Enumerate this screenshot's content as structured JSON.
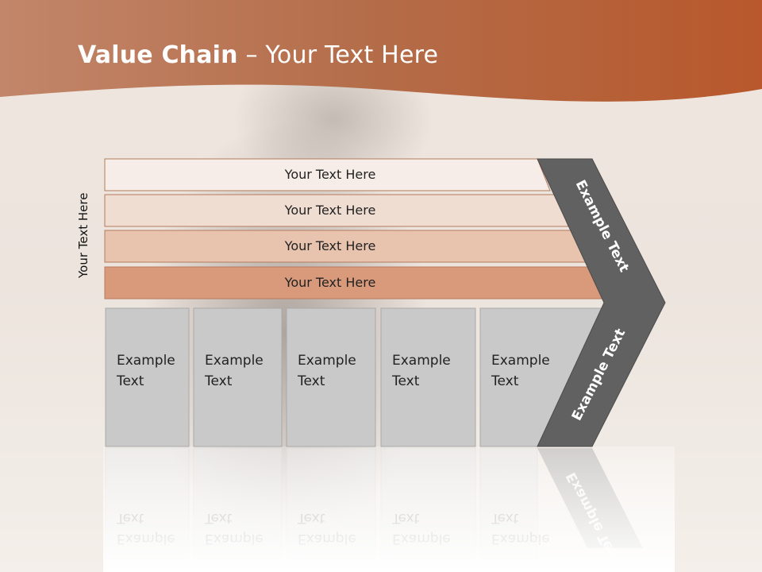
{
  "title": {
    "bold": "Value Chain",
    "rest": " – Your Text Here"
  },
  "side_label": "Your Text Here",
  "support_rows": [
    {
      "label": "Your Text Here",
      "fill": "#f7ede8"
    },
    {
      "label": "Your Text Here",
      "fill": "#f0ddd2"
    },
    {
      "label": "Your Text Here",
      "fill": "#e8c4af"
    },
    {
      "label": "Your Text Here",
      "fill": "#d99a7c"
    }
  ],
  "primary_boxes": [
    {
      "line1": "Example",
      "line2": "Text"
    },
    {
      "line1": "Example",
      "line2": "Text"
    },
    {
      "line1": "Example",
      "line2": "Text"
    },
    {
      "line1": "Example",
      "line2": "Text"
    },
    {
      "line1": "Example",
      "line2": "Text"
    }
  ],
  "chevron": {
    "upper_label": "Example Text",
    "lower_label": "Example Text"
  },
  "colors": {
    "banner": "#b9653c",
    "chevron": "#616161",
    "box": "#c9c9c9",
    "row_border": "#b57a5d"
  }
}
